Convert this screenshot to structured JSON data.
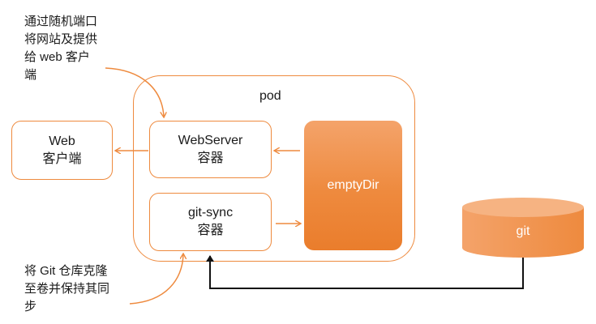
{
  "notes": {
    "top": [
      "通过随机端口",
      "将网站及提供",
      "给 web 客户",
      "端"
    ],
    "bottom": [
      "将 Git 仓库克隆",
      "至卷并保持其同",
      "步"
    ]
  },
  "pod": {
    "label": "pod"
  },
  "web_client": {
    "line1": "Web",
    "line2": "客户端"
  },
  "webserver": {
    "line1": "WebServer",
    "line2": "容器"
  },
  "git_sync": {
    "line1": "git-sync",
    "line2": "容器"
  },
  "empty_dir": {
    "label": "emptyDir"
  },
  "git_repo": {
    "label": "git"
  },
  "colors": {
    "accent": "#ee8a3e",
    "accent_light": "#f4a36a",
    "arrow": "#ee8a3e",
    "line": "#111111"
  }
}
